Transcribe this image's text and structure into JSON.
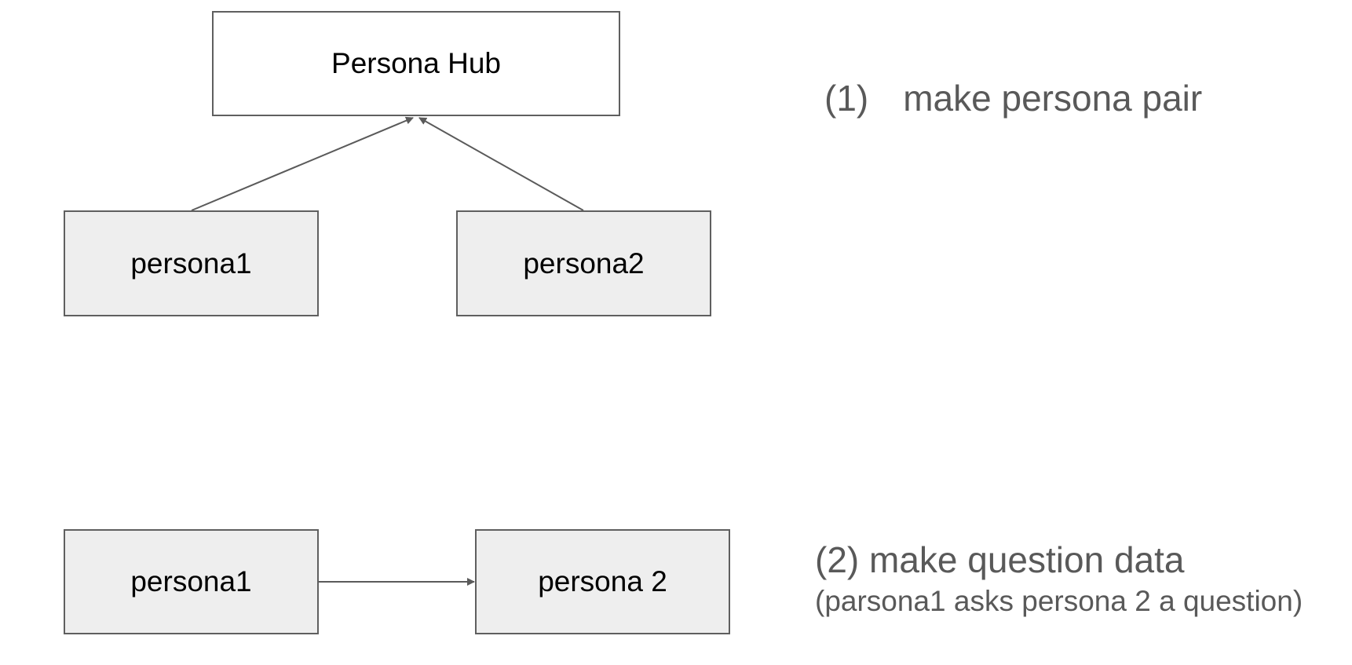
{
  "step1": {
    "number": "(1)",
    "label": "make persona pair",
    "hub": "Persona Hub",
    "left": "persona1",
    "right": "persona2"
  },
  "step2": {
    "title": "(2) make question data",
    "subtitle": "(parsona1 asks persona 2 a question)",
    "left": "persona1",
    "right": "persona 2"
  },
  "colors": {
    "box_fill": "#eeeeee",
    "hub_fill": "#ffffff",
    "border": "#5f5f5f",
    "caption": "#595959"
  }
}
